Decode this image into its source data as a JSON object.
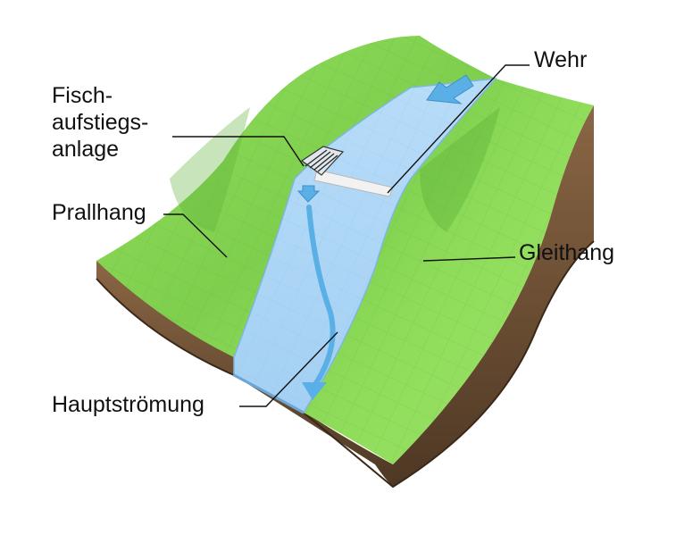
{
  "labels": {
    "fischaufstiegsanlage": [
      "Fisch-",
      "aufstiegs-",
      "anlage"
    ],
    "prallhang": "Prallhang",
    "wehr": "Wehr",
    "gleithang": "Gleithang",
    "hauptstroemung": "Hauptströmung"
  },
  "colors": {
    "grass": "#8fdc5a",
    "grass_shadow": "#5fb33a",
    "water": "#a9d4f5",
    "water_edge": "#7fb6e0",
    "arrow": "#5ab0e6",
    "soil": "#7a5a3c",
    "soil_dark": "#4e3824",
    "weir": "#f2f2f2",
    "leader_line": "#111111"
  }
}
